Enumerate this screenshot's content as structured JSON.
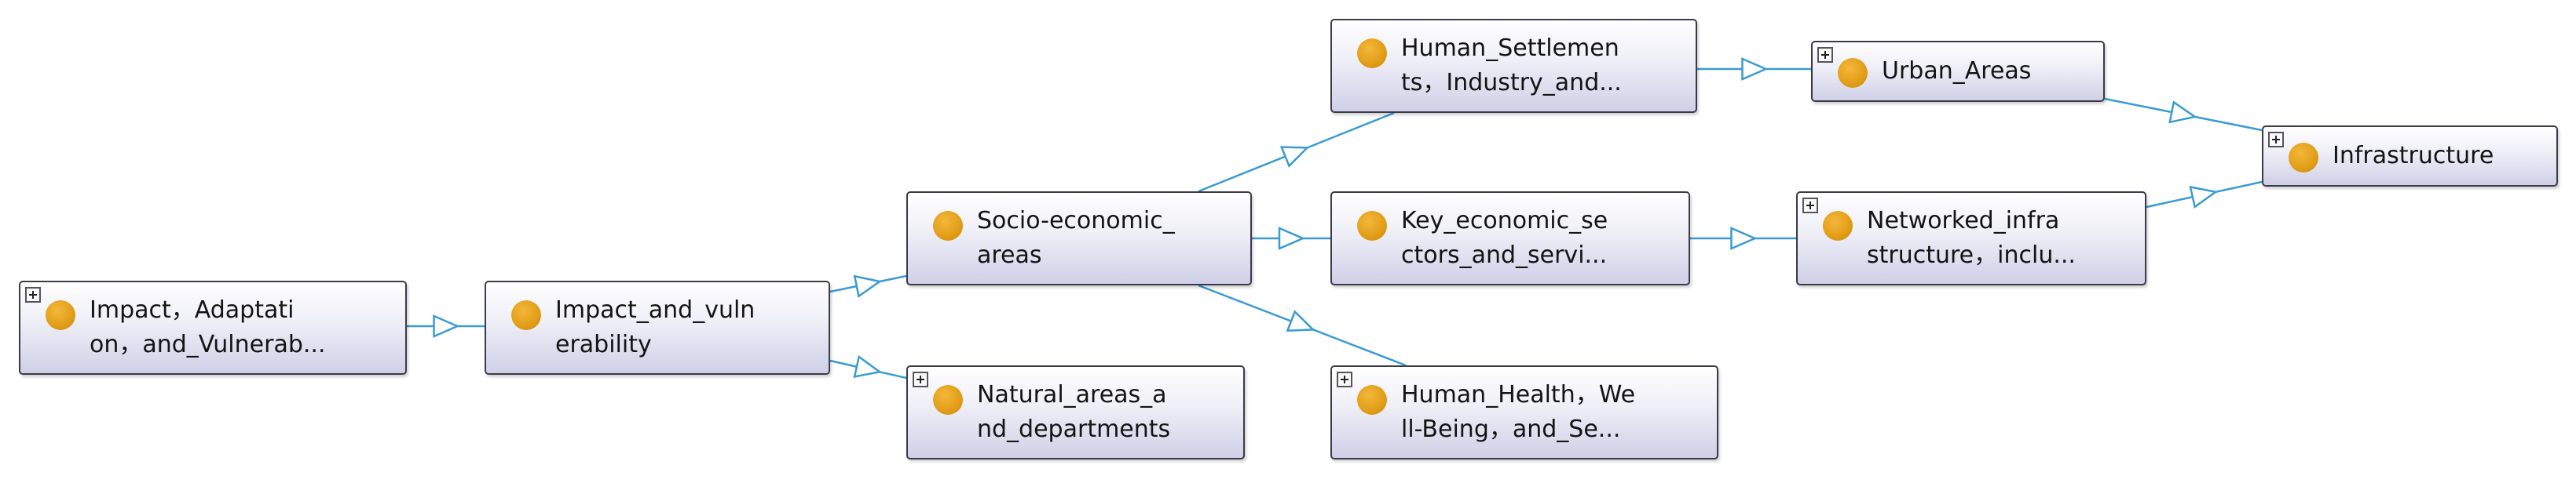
{
  "diagram": {
    "nodes": [
      {
        "id": "impact-adaptation",
        "expandable": true,
        "lines": [
          "Impact，Adaptati",
          "on，and_Vulnerab..."
        ]
      },
      {
        "id": "impact-and-vulnerability",
        "expandable": false,
        "lines": [
          "Impact_and_vuln",
          "erability"
        ]
      },
      {
        "id": "socio-economic-areas",
        "expandable": false,
        "lines": [
          "Socio-economic_",
          "areas"
        ]
      },
      {
        "id": "natural-areas",
        "expandable": true,
        "lines": [
          "Natural_areas_a",
          "nd_departments"
        ]
      },
      {
        "id": "human-settlements",
        "expandable": false,
        "lines": [
          "Human_Settlemen",
          "ts，Industry_and..."
        ]
      },
      {
        "id": "key-economic-sectors",
        "expandable": false,
        "lines": [
          "Key_economic_se",
          "ctors_and_servi..."
        ]
      },
      {
        "id": "human-health",
        "expandable": true,
        "lines": [
          "Human_Health，We",
          "ll-Being，and_Se..."
        ]
      },
      {
        "id": "urban-areas",
        "expandable": true,
        "lines": [
          "Urban_Areas"
        ]
      },
      {
        "id": "networked-infrastructure",
        "expandable": true,
        "lines": [
          "Networked_infra",
          "structure，inclu..."
        ]
      },
      {
        "id": "infrastructure",
        "expandable": true,
        "lines": [
          "Infrastructure"
        ]
      }
    ],
    "edges": [
      {
        "from": "impact-adaptation",
        "to": "impact-and-vulnerability"
      },
      {
        "from": "impact-and-vulnerability",
        "to": "socio-economic-areas"
      },
      {
        "from": "impact-and-vulnerability",
        "to": "natural-areas"
      },
      {
        "from": "socio-economic-areas",
        "to": "human-settlements"
      },
      {
        "from": "socio-economic-areas",
        "to": "key-economic-sectors"
      },
      {
        "from": "socio-economic-areas",
        "to": "human-health"
      },
      {
        "from": "human-settlements",
        "to": "urban-areas"
      },
      {
        "from": "key-economic-sectors",
        "to": "networked-infrastructure"
      },
      {
        "from": "urban-areas",
        "to": "infrastructure"
      },
      {
        "from": "networked-infrastructure",
        "to": "infrastructure"
      }
    ],
    "colors": {
      "edge": "#3a9bd1",
      "node_border": "#3a3a4a",
      "class_dot": "#e19d16"
    }
  }
}
